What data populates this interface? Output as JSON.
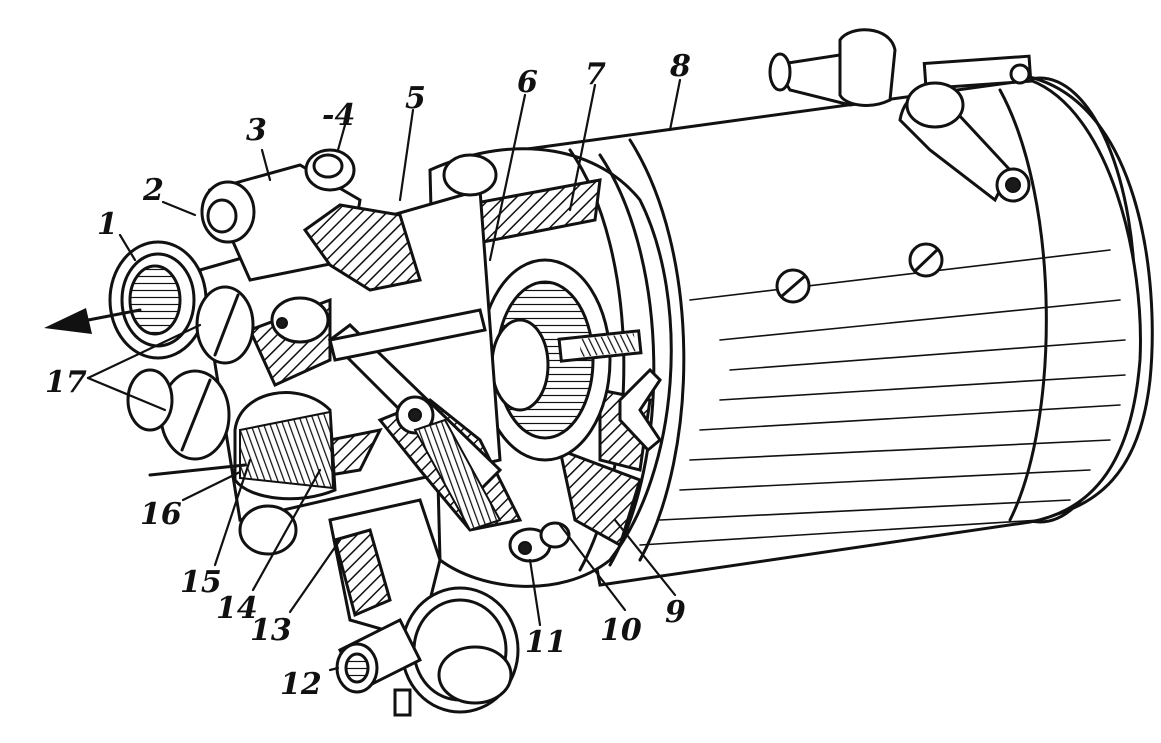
{
  "colors": {
    "ink": "#111111",
    "paper": "#ffffff"
  },
  "callouts": [
    {
      "id": "1",
      "text": "1"
    },
    {
      "id": "2",
      "text": "2"
    },
    {
      "id": "3",
      "text": "3"
    },
    {
      "id": "4",
      "text": "-4"
    },
    {
      "id": "5",
      "text": "5"
    },
    {
      "id": "6",
      "text": "6"
    },
    {
      "id": "7",
      "text": "7"
    },
    {
      "id": "8",
      "text": "8"
    },
    {
      "id": "9",
      "text": "9"
    },
    {
      "id": "10",
      "text": "10"
    },
    {
      "id": "11",
      "text": "11"
    },
    {
      "id": "12",
      "text": "12"
    },
    {
      "id": "13",
      "text": "13"
    },
    {
      "id": "14",
      "text": "14"
    },
    {
      "id": "15",
      "text": "15"
    },
    {
      "id": "16",
      "text": "16"
    },
    {
      "id": "17",
      "text": "17"
    }
  ]
}
